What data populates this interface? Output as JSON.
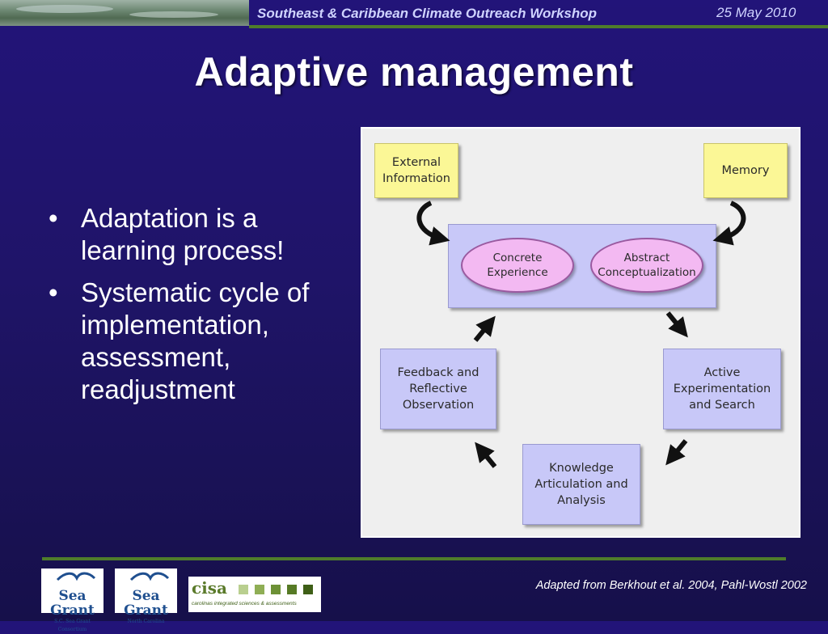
{
  "header": {
    "workshop": "Southeast & Caribbean Climate Outreach Workshop",
    "date": "25 May 2010"
  },
  "title": "Adaptive management",
  "bullets": [
    "Adaptation is a learning process!",
    "Systematic cycle of implementation, assessment, readjustment"
  ],
  "diagram": {
    "external_information": "External Information",
    "memory": "Memory",
    "concrete_experience": "Concrete Experience",
    "abstract_conceptualization": "Abstract Conceptualization",
    "feedback": "Feedback and Reflective Observation",
    "active_experimentation": "Active Experimentation and Search",
    "knowledge_articulation": "Knowledge Articulation and Analysis"
  },
  "footer": {
    "credit": "Adapted from Berkhout et al. 2004, Pahl-Wostl 2002",
    "logos": {
      "sea_grant_sc": "Sea Grant",
      "sea_grant_sc_sub": "S.C. Sea Grant Consortium",
      "sea_grant_nc": "Sea Grant",
      "sea_grant_nc_sub": "North Carolina",
      "cisa": "cisa",
      "cisa_sub": "carolinas integrated sciences & assessments"
    }
  },
  "colors": {
    "background": "#1f1468",
    "accent_line": "#4f7d2b",
    "note_yellow": "#fbf796",
    "box_lavender": "#c8c8f8",
    "oval_pink": "#f3b9f2"
  }
}
